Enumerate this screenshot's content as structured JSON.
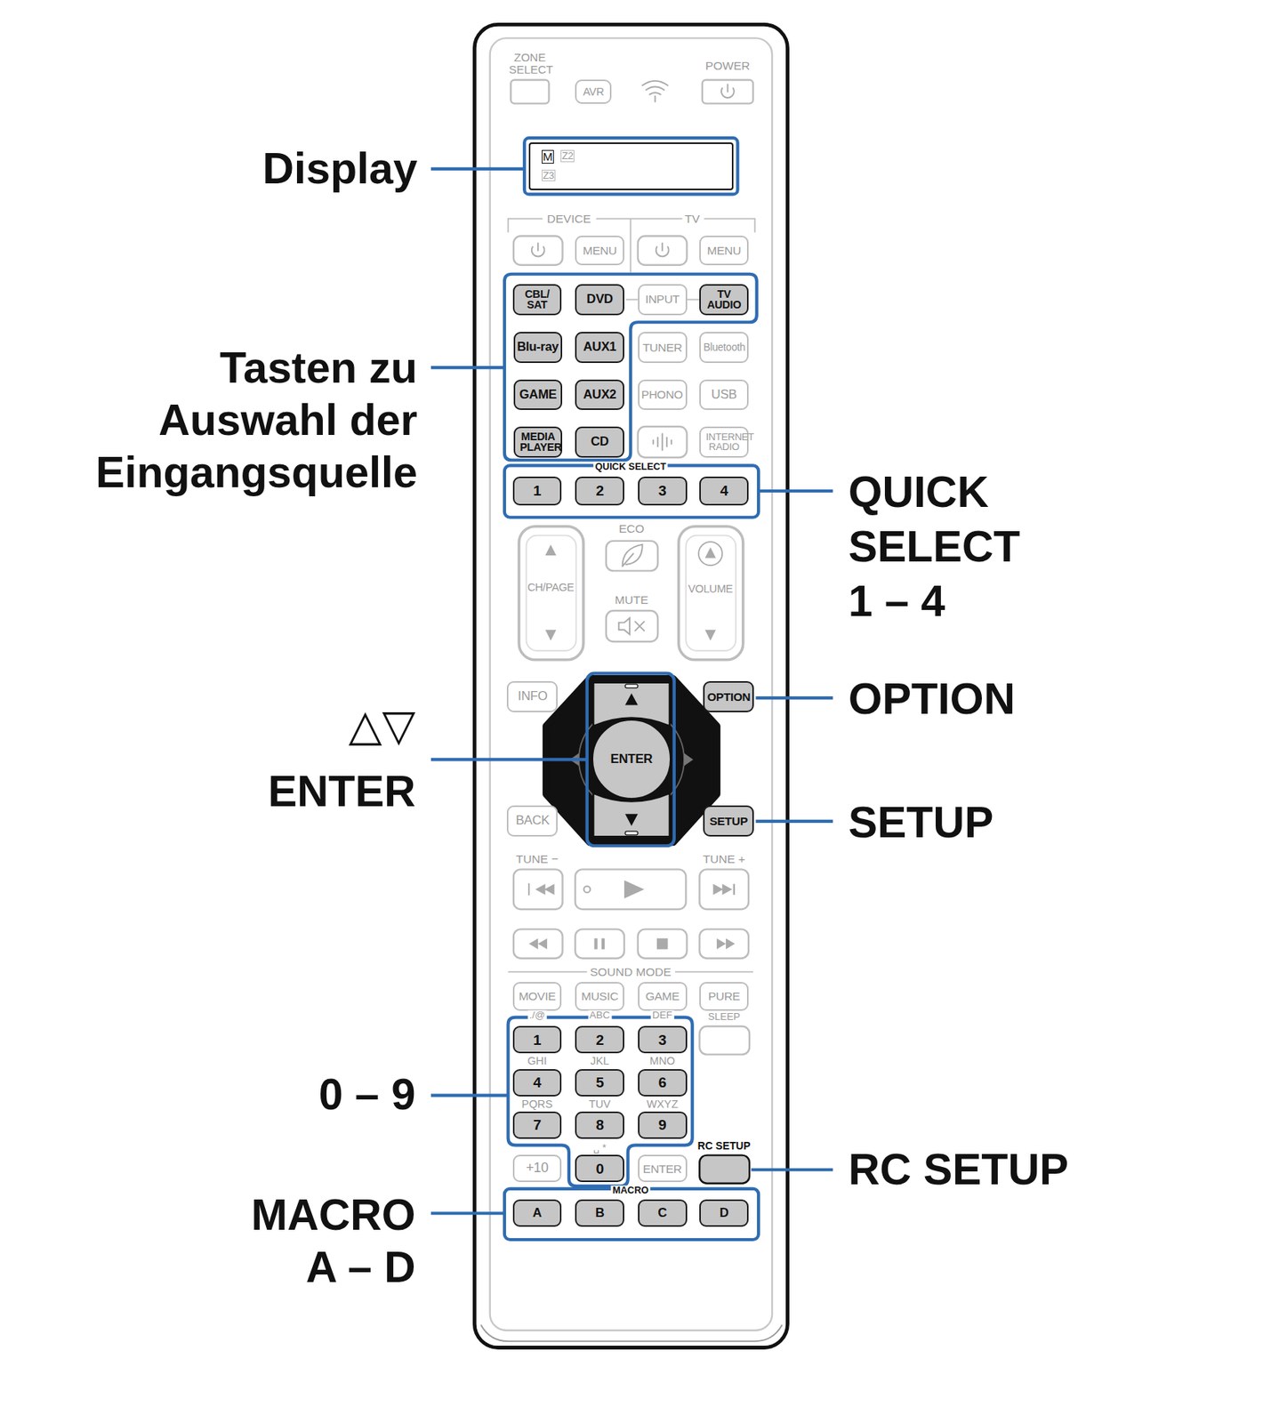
{
  "diagram": {
    "nodes": [
      {
        "text": [
          "M",
          "Z2",
          "Z3"
        ]
      },
      {
        "text": [
          "AVR"
        ]
      },
      {
        "text": [
          "MENU"
        ]
      },
      {
        "text": [
          "MENU"
        ]
      },
      {
        "text": [
          "CBL/ SAT"
        ]
      },
      {
        "text": [
          "DVD"
        ]
      },
      {
        "text": [
          "INPUT"
        ]
      },
      {
        "text": [
          "TV AUDIO"
        ]
      },
      {
        "text": [
          "Blu-ray"
        ]
      },
      {
        "text": [
          "AUX1"
        ]
      },
      {
        "text": [
          "TUNER"
        ]
      },
      {
        "text": [
          "Bluetooth"
        ]
      },
      {
        "text": [
          "GAME"
        ]
      },
      {
        "text": [
          "AUX2"
        ]
      },
      {
        "text": [
          "PHONO"
        ]
      },
      {
        "text": [
          "USB"
        ]
      },
      {
        "text": [
          "MEDIA PLAYER"
        ]
      },
      {
        "text": [
          "CD"
        ]
      },
      {
        "text": [
          "INTERNET RADIO"
        ]
      },
      {
        "text": [
          "1"
        ]
      },
      {
        "text": [
          "2"
        ]
      },
      {
        "text": [
          "3"
        ]
      },
      {
        "text": [
          "4"
        ]
      },
      {
        "text": [
          "CH/PAGE"
        ]
      },
      {
        "text": [
          "VOLUME"
        ]
      },
      {
        "text": [
          "INFO"
        ]
      },
      {
        "text": [
          "OPTION"
        ]
      },
      {
        "text": [
          "ENTER"
        ]
      },
      {
        "text": [
          "BACK"
        ]
      },
      {
        "text": [
          "SETUP"
        ]
      },
      {
        "text": [
          "MOVIE"
        ]
      },
      {
        "text": [
          "MUSIC"
        ]
      },
      {
        "text": [
          "GAME"
        ]
      },
      {
        "text": [
          "PURE"
        ]
      },
      {
        "text": [
          "1"
        ]
      },
      {
        "text": [
          "2"
        ]
      },
      {
        "text": [
          "3"
        ]
      },
      {
        "text": [
          "4"
        ]
      },
      {
        "text": [
          "5"
        ]
      },
      {
        "text": [
          "6"
        ]
      },
      {
        "text": [
          "7"
        ]
      },
      {
        "text": [
          "8"
        ]
      },
      {
        "text": [
          "9"
        ]
      },
      {
        "text": [
          "+10"
        ]
      },
      {
        "text": [
          "0"
        ]
      },
      {
        "text": [
          "ENTER"
        ]
      },
      {
        "text": [
          "A"
        ]
      },
      {
        "text": [
          "B"
        ]
      },
      {
        "text": [
          "C"
        ]
      },
      {
        "text": [
          "D"
        ]
      }
    ],
    "labels": [
      "ZONE SELECT",
      "POWER",
      "DEVICE",
      "TV",
      "QUICK SELECT",
      "ECO",
      "MUTE",
      "TUNE −",
      "TUNE +",
      "SOUND MODE",
      "./@",
      "ABC",
      "DEF",
      "SLEEP",
      "GHI",
      "JKL",
      "MNO",
      "PQRS",
      "TUV",
      "WXYZ",
      "␣ *",
      "RC SETUP",
      "MACRO",
      "Display",
      "Tasten zu Auswahl der Eingangsquelle",
      "QUICK SELECT 1 – 4",
      "OPTION",
      "△▽",
      "ENTER",
      "SETUP",
      "0 – 9",
      "RC SETUP",
      "MACRO A – D"
    ]
  }
}
